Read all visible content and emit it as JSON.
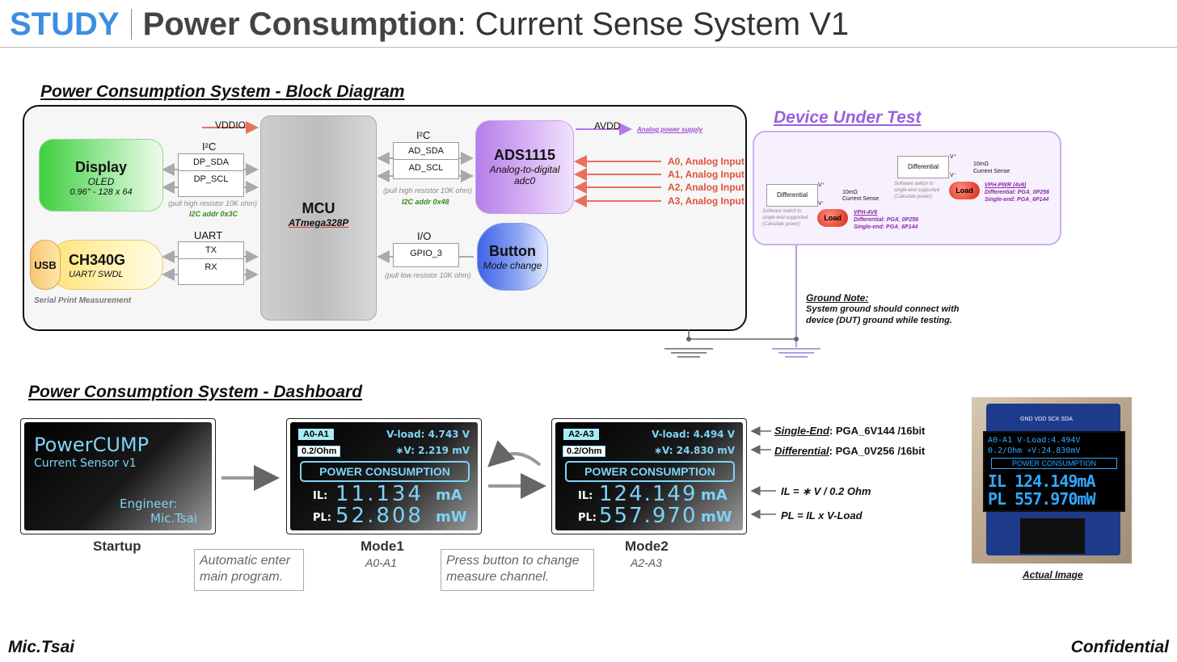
{
  "header": {
    "study": "STUDY",
    "title_bold": "Power Consumption",
    "title_rest": ": Current Sense System V1"
  },
  "block": {
    "title": "Power Consumption System - Block Diagram",
    "vddio": "VDDIO",
    "avdd": "AVDD",
    "analog_supply": "Analog power supply",
    "display": {
      "name": "Display",
      "sub": "OLED",
      "spec": "0.96\" - 128 x 64"
    },
    "i2c_left": {
      "label": "I²C",
      "rows": [
        "DP_SDA",
        "DP_SCL"
      ],
      "note": "(pull high resistor 10K ohm)",
      "addr": "I2C addr 0x3C"
    },
    "usb": "USB",
    "ch340": {
      "name": "CH340G",
      "sub": "UART/ SWDL"
    },
    "uart": {
      "label": "UART",
      "rows": [
        "TX",
        "RX"
      ]
    },
    "serial": "Serial Print Measurement",
    "mcu": {
      "name": "MCU",
      "sub": "ATmega328P"
    },
    "i2c_right": {
      "label": "I²C",
      "rows": [
        "AD_SDA",
        "AD_SCL"
      ],
      "note": "(pull high resistor 10K ohm)",
      "addr": "I2C addr 0x48"
    },
    "ads": {
      "name": "ADS1115",
      "sub1": "Analog-to-digital",
      "sub2": "adc0"
    },
    "io": {
      "label": "I/O",
      "row": "GPIO_3",
      "note": "(pull low resistor 10K ohm)"
    },
    "button": {
      "name": "Button",
      "sub": "Mode change"
    },
    "analog_inputs": [
      "A0, Analog Input",
      "A1, Analog Input",
      "A2, Analog Input",
      "A3, Analog Input"
    ]
  },
  "dut": {
    "title": "Device Under Test",
    "diff": "Differential",
    "vplus": "V⁺",
    "vminus": "V⁻",
    "res": "10mΩ",
    "cs": "Current Sense",
    "load": "Load",
    "sw_note1": "Software switch to",
    "sw_note2": "single-end supported",
    "sw_note3": "(Calculate power)",
    "vph_pwr": {
      "name": "VPH-PWR (4v6)",
      "diff": "Differential: PGA_0P256",
      "single": "Single-end: PGA_6P144"
    },
    "vph_4v6": {
      "name": "VPH-4V6",
      "diff": "Differential: PGA_0P256",
      "single": "Single-end: PGA_6P144"
    }
  },
  "ground": {
    "title": "Ground Note:",
    "line1": "System ground should connect with",
    "line2": "device (DUT) ground while testing."
  },
  "dash": {
    "title": "Power Consumption System -  Dashboard",
    "startup": {
      "l1": "PowerCUMP",
      "l2": "Current Sensor v1",
      "l3": "Engineer:",
      "l4": "Mic.Tsai",
      "caption": "Startup"
    },
    "note1": {
      "l1": "Automatic enter",
      "l2": "main program."
    },
    "note2": {
      "l1": "Press button to change",
      "l2": "measure channel."
    },
    "mode1": {
      "tag": "A0-A1",
      "ohm": "0.2/Ohm",
      "vload": "V-load:  4.743 V",
      "vstar": "∗V:  2.219 mV",
      "banner": "POWER CONSUMPTION",
      "il_lbl": "IL:",
      "il": "11.134",
      "il_u": "mA",
      "pl_lbl": "PL:",
      "pl": "52.808",
      "pl_u": "mW",
      "caption": "Mode1",
      "sub": "A0-A1"
    },
    "mode2": {
      "tag": "A2-A3",
      "ohm": "0.2/Ohm",
      "vload": "V-load:  4.494 V",
      "vstar": "∗V:  24.830 mV",
      "banner": "POWER CONSUMPTION",
      "il_lbl": "IL:",
      "il": "124.149",
      "il_u": "mA",
      "pl_lbl": "PL:",
      "pl": "557.970",
      "pl_u": "mW",
      "caption": "Mode2",
      "sub": "A2-A3"
    },
    "ann": {
      "se_k": "Single-End",
      "se_v": ": PGA_6V144 /16bit",
      "df_k": "Differential",
      "df_v": ": PGA_0V256 /16bit",
      "il": "IL = ∗ V / 0.2 Ohm",
      "pl": "PL = IL x V-Load"
    },
    "photo": {
      "pins": "GND VDD SCK SDA",
      "l1": "A0-A1  V-Load:4.494V",
      "l2": "0.2/Ohm  ∗V:24.830mV",
      "banner": "POWER CONSUMPTION",
      "il": "IL 124.149mA",
      "pl": "PL 557.970mW",
      "caption": "Actual Image"
    }
  },
  "footer": {
    "left": "Mic.Tsai",
    "right": "Confidential"
  }
}
